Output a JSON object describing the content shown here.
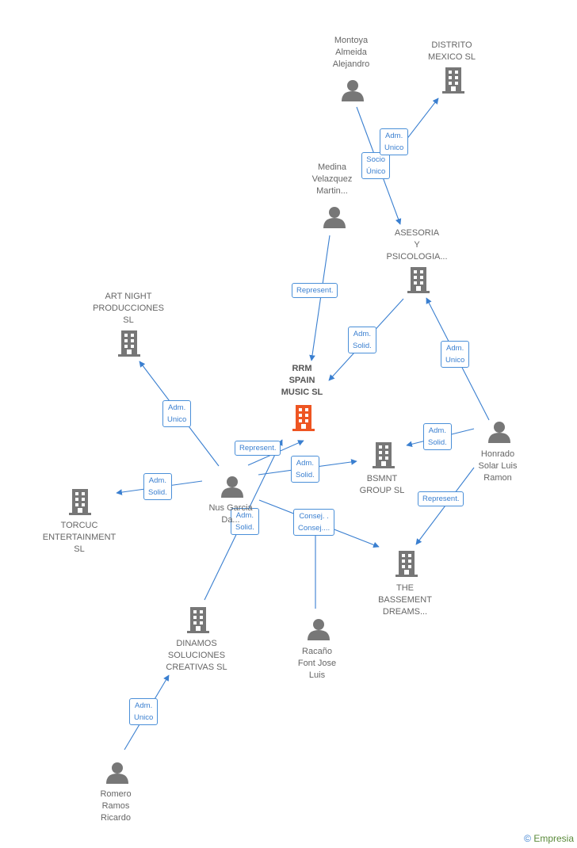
{
  "colors": {
    "accent": "#3a7fd0",
    "node": "#777777",
    "highlight": "#ee5522"
  },
  "nodes": [
    {
      "id": "rrm",
      "type": "company",
      "highlight": true,
      "label": [
        "RRM",
        "SPAIN",
        "MUSIC  SL"
      ]
    },
    {
      "id": "distrito",
      "type": "company",
      "label": [
        "DISTRITO",
        "MEXICO  SL"
      ]
    },
    {
      "id": "montoya",
      "type": "person",
      "label": [
        "Montoya",
        "Almeida",
        "Alejandro"
      ]
    },
    {
      "id": "medina",
      "type": "person",
      "label": [
        "Medina",
        "Velazquez",
        "Martin..."
      ]
    },
    {
      "id": "asesoria",
      "type": "company",
      "label": [
        "ASESORIA",
        "Y",
        "PSICOLOGIA..."
      ]
    },
    {
      "id": "artnight",
      "type": "company",
      "label": [
        "ART NIGHT",
        "PRODUCCIONES",
        "SL"
      ]
    },
    {
      "id": "honrado",
      "type": "person",
      "label": [
        "Honrado",
        "Solar Luis",
        "Ramon"
      ]
    },
    {
      "id": "bsmnt",
      "type": "company",
      "label": [
        "BSMNT",
        "GROUP  SL"
      ]
    },
    {
      "id": "nus",
      "type": "person",
      "label": [
        "Nus Garcia",
        "Da..."
      ]
    },
    {
      "id": "torcuc",
      "type": "company",
      "label": [
        "TORCUC",
        "ENTERTAINMENT",
        "SL"
      ]
    },
    {
      "id": "bassement",
      "type": "company",
      "label": [
        "THE",
        "BASSEMENT",
        "DREAMS..."
      ]
    },
    {
      "id": "dinamos",
      "type": "company",
      "label": [
        "DINAMOS",
        "SOLUCIONES",
        "CREATIVAS  SL"
      ]
    },
    {
      "id": "racano",
      "type": "person",
      "label": [
        "Racaño",
        "Font Jose",
        "Luis"
      ]
    },
    {
      "id": "romero",
      "type": "person",
      "label": [
        "Romero",
        "Ramos",
        "Ricardo"
      ]
    }
  ],
  "edges": [
    {
      "from": "montoya",
      "to": "asesoria",
      "label": [
        "Socio",
        "Único"
      ]
    },
    {
      "from": "montoya",
      "to": "distrito",
      "label": [
        "Adm.",
        "Unico"
      ]
    },
    {
      "from": "medina",
      "to": "rrm",
      "label": [
        "Represent."
      ]
    },
    {
      "from": "asesoria",
      "to": "rrm",
      "label": [
        "Adm.",
        "Solid."
      ]
    },
    {
      "from": "honrado",
      "to": "asesoria",
      "label": [
        "Adm.",
        "Unico"
      ]
    },
    {
      "from": "honrado",
      "to": "bsmnt",
      "label": [
        "Adm.",
        "Solid."
      ]
    },
    {
      "from": "honrado",
      "to": "bassement",
      "label": [
        "Represent."
      ]
    },
    {
      "from": "nus",
      "to": "artnight",
      "label": [
        "Adm.",
        "Unico"
      ]
    },
    {
      "from": "nus",
      "to": "rrm",
      "label": [
        "Represent."
      ]
    },
    {
      "from": "nus",
      "to": "bsmnt",
      "label": [
        "Adm.",
        "Solid."
      ]
    },
    {
      "from": "nus",
      "to": "torcuc",
      "label": [
        "Adm.",
        "Solid."
      ]
    },
    {
      "from": "nus",
      "to": "bassement",
      "label": [
        "Consej. .",
        "Consej...."
      ]
    },
    {
      "from": "dinamos",
      "to": "rrm",
      "label": [
        "Adm.",
        "Solid."
      ]
    },
    {
      "from": "racano",
      "to": "rrm",
      "label": []
    },
    {
      "from": "romero",
      "to": "dinamos",
      "label": [
        "Adm.",
        "Unico"
      ]
    }
  ],
  "brand": {
    "symbol": "©",
    "name": "Empresia"
  }
}
